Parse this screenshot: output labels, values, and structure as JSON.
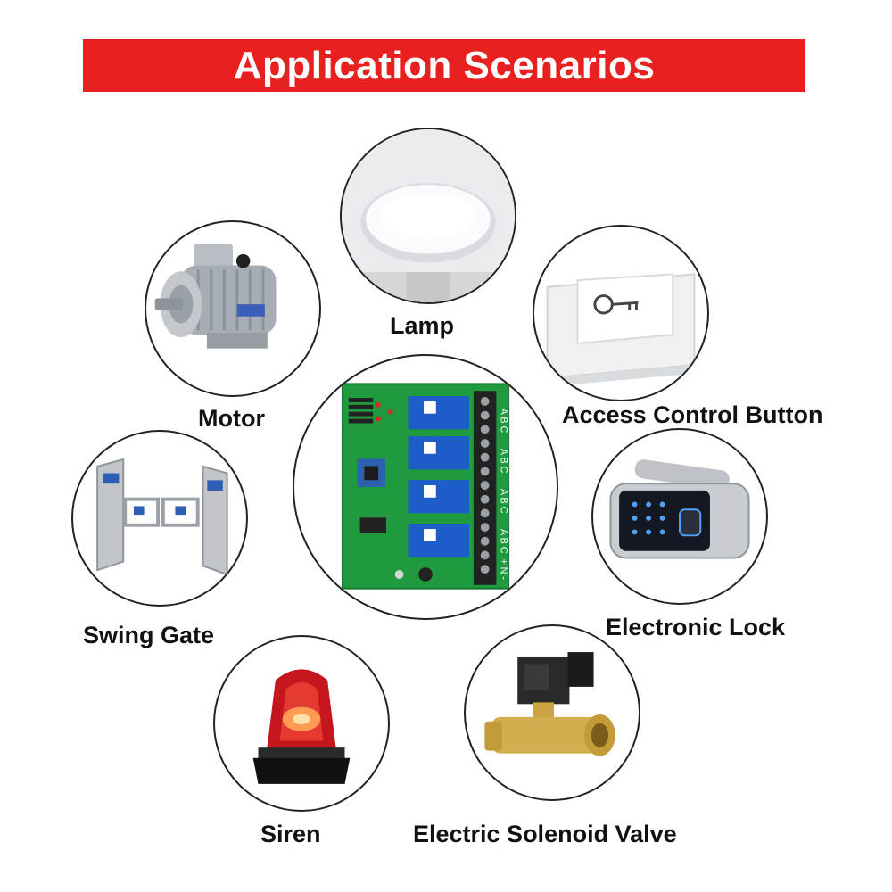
{
  "banner": {
    "title": "Application Scenarios",
    "color": "#e8201f"
  },
  "scenarios": [
    {
      "label": "Lamp",
      "icon": "lamp-icon"
    },
    {
      "label": "Motor",
      "icon": "motor-icon"
    },
    {
      "label": "Access Control Button",
      "icon": "access-button-icon"
    },
    {
      "label": "Swing Gate",
      "icon": "swing-gate-icon"
    },
    {
      "label": "Electronic Lock",
      "icon": "electronic-lock-icon"
    },
    {
      "label": "Siren",
      "icon": "siren-icon"
    },
    {
      "label": "Electric Solenoid Valve",
      "icon": "solenoid-valve-icon"
    }
  ],
  "center": {
    "icon": "relay-board-icon",
    "board_color": "#1f9a3e",
    "relay_color": "#1e5cc8",
    "terminal_labels": [
      "A B C",
      "A B C",
      "A B C",
      "A B C",
      "+ N -"
    ]
  }
}
